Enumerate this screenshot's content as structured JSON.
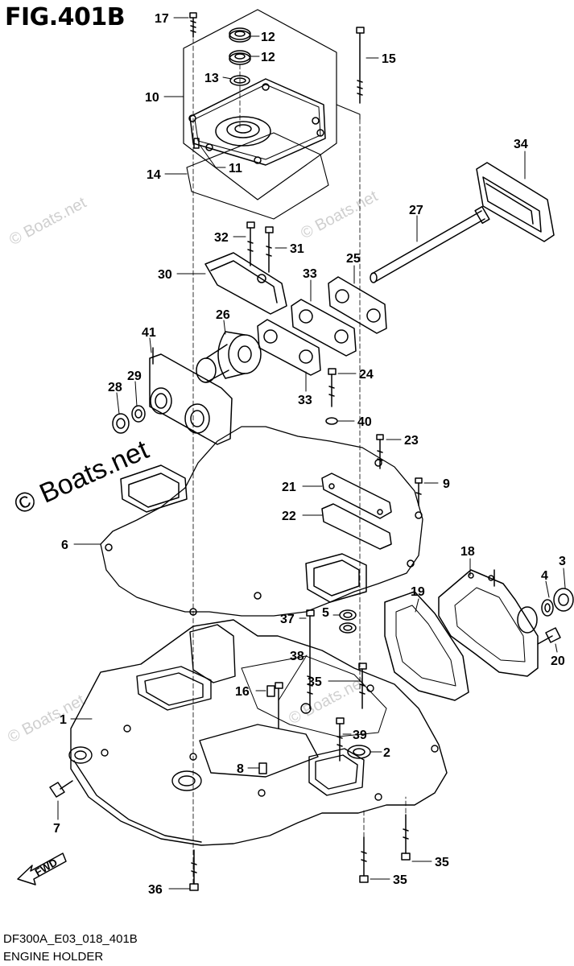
{
  "header": {
    "title": "FIG.401B"
  },
  "footer": {
    "code": "DF300A_E03_018_401B",
    "name": "ENGINE HOLDER"
  },
  "watermarks": [
    "© Boats.net",
    "© Boats.net",
    "© Boats.net",
    "© Boats.net",
    "© Boats.net"
  ],
  "fwd_label": "FWD",
  "callouts": [
    {
      "id": "17",
      "text": "17"
    },
    {
      "id": "12a",
      "text": "12"
    },
    {
      "id": "12b",
      "text": "12"
    },
    {
      "id": "15",
      "text": "15"
    },
    {
      "id": "13",
      "text": "13"
    },
    {
      "id": "10",
      "text": "10"
    },
    {
      "id": "11",
      "text": "11"
    },
    {
      "id": "14",
      "text": "14"
    },
    {
      "id": "34",
      "text": "34"
    },
    {
      "id": "27",
      "text": "27"
    },
    {
      "id": "32",
      "text": "32"
    },
    {
      "id": "31",
      "text": "31"
    },
    {
      "id": "25",
      "text": "25"
    },
    {
      "id": "30",
      "text": "30"
    },
    {
      "id": "33a",
      "text": "33"
    },
    {
      "id": "26",
      "text": "26"
    },
    {
      "id": "41",
      "text": "41"
    },
    {
      "id": "29",
      "text": "29"
    },
    {
      "id": "28",
      "text": "28"
    },
    {
      "id": "24",
      "text": "24"
    },
    {
      "id": "33b",
      "text": "33"
    },
    {
      "id": "40",
      "text": "40"
    },
    {
      "id": "23",
      "text": "23"
    },
    {
      "id": "9",
      "text": "9"
    },
    {
      "id": "21",
      "text": "21"
    },
    {
      "id": "22",
      "text": "22"
    },
    {
      "id": "6",
      "text": "6"
    },
    {
      "id": "18",
      "text": "18"
    },
    {
      "id": "3",
      "text": "3"
    },
    {
      "id": "4",
      "text": "4"
    },
    {
      "id": "19",
      "text": "19"
    },
    {
      "id": "37",
      "text": "37"
    },
    {
      "id": "5",
      "text": "5"
    },
    {
      "id": "38",
      "text": "38"
    },
    {
      "id": "20",
      "text": "20"
    },
    {
      "id": "35a",
      "text": "35"
    },
    {
      "id": "16",
      "text": "16"
    },
    {
      "id": "1",
      "text": "1"
    },
    {
      "id": "39",
      "text": "39"
    },
    {
      "id": "2",
      "text": "2"
    },
    {
      "id": "8",
      "text": "8"
    },
    {
      "id": "7",
      "text": "7"
    },
    {
      "id": "35b",
      "text": "35"
    },
    {
      "id": "35c",
      "text": "35"
    },
    {
      "id": "36",
      "text": "36"
    }
  ]
}
